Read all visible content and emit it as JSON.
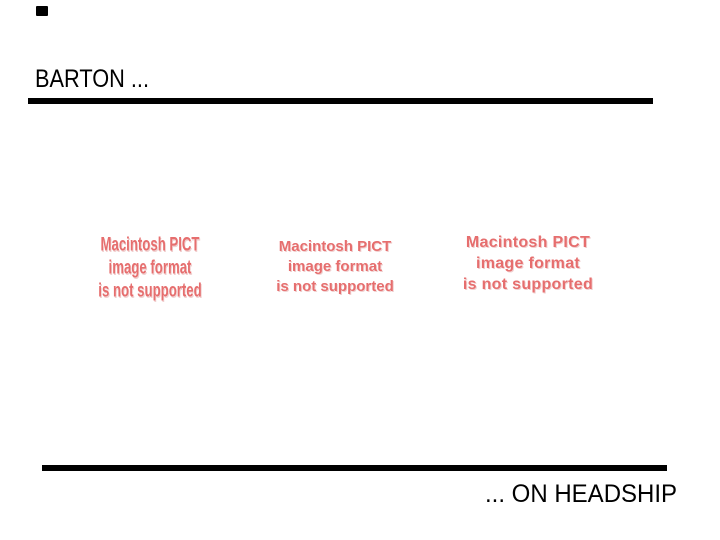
{
  "slide": {
    "title": "BARTON ...",
    "footer": "... ON HEADSHIP",
    "placeholders": [
      {
        "lines": [
          "Macintosh PICT",
          "image format",
          "is not supported"
        ]
      },
      {
        "lines": [
          "Macintosh PICT",
          "image format",
          "is not supported"
        ]
      },
      {
        "lines": [
          "Macintosh PICT",
          "image format",
          "is not supported"
        ]
      }
    ],
    "colors": {
      "background": "#FFFFFF",
      "text": "#000000",
      "rule": "#000000",
      "placeholder_text": "#E66E6E"
    }
  }
}
